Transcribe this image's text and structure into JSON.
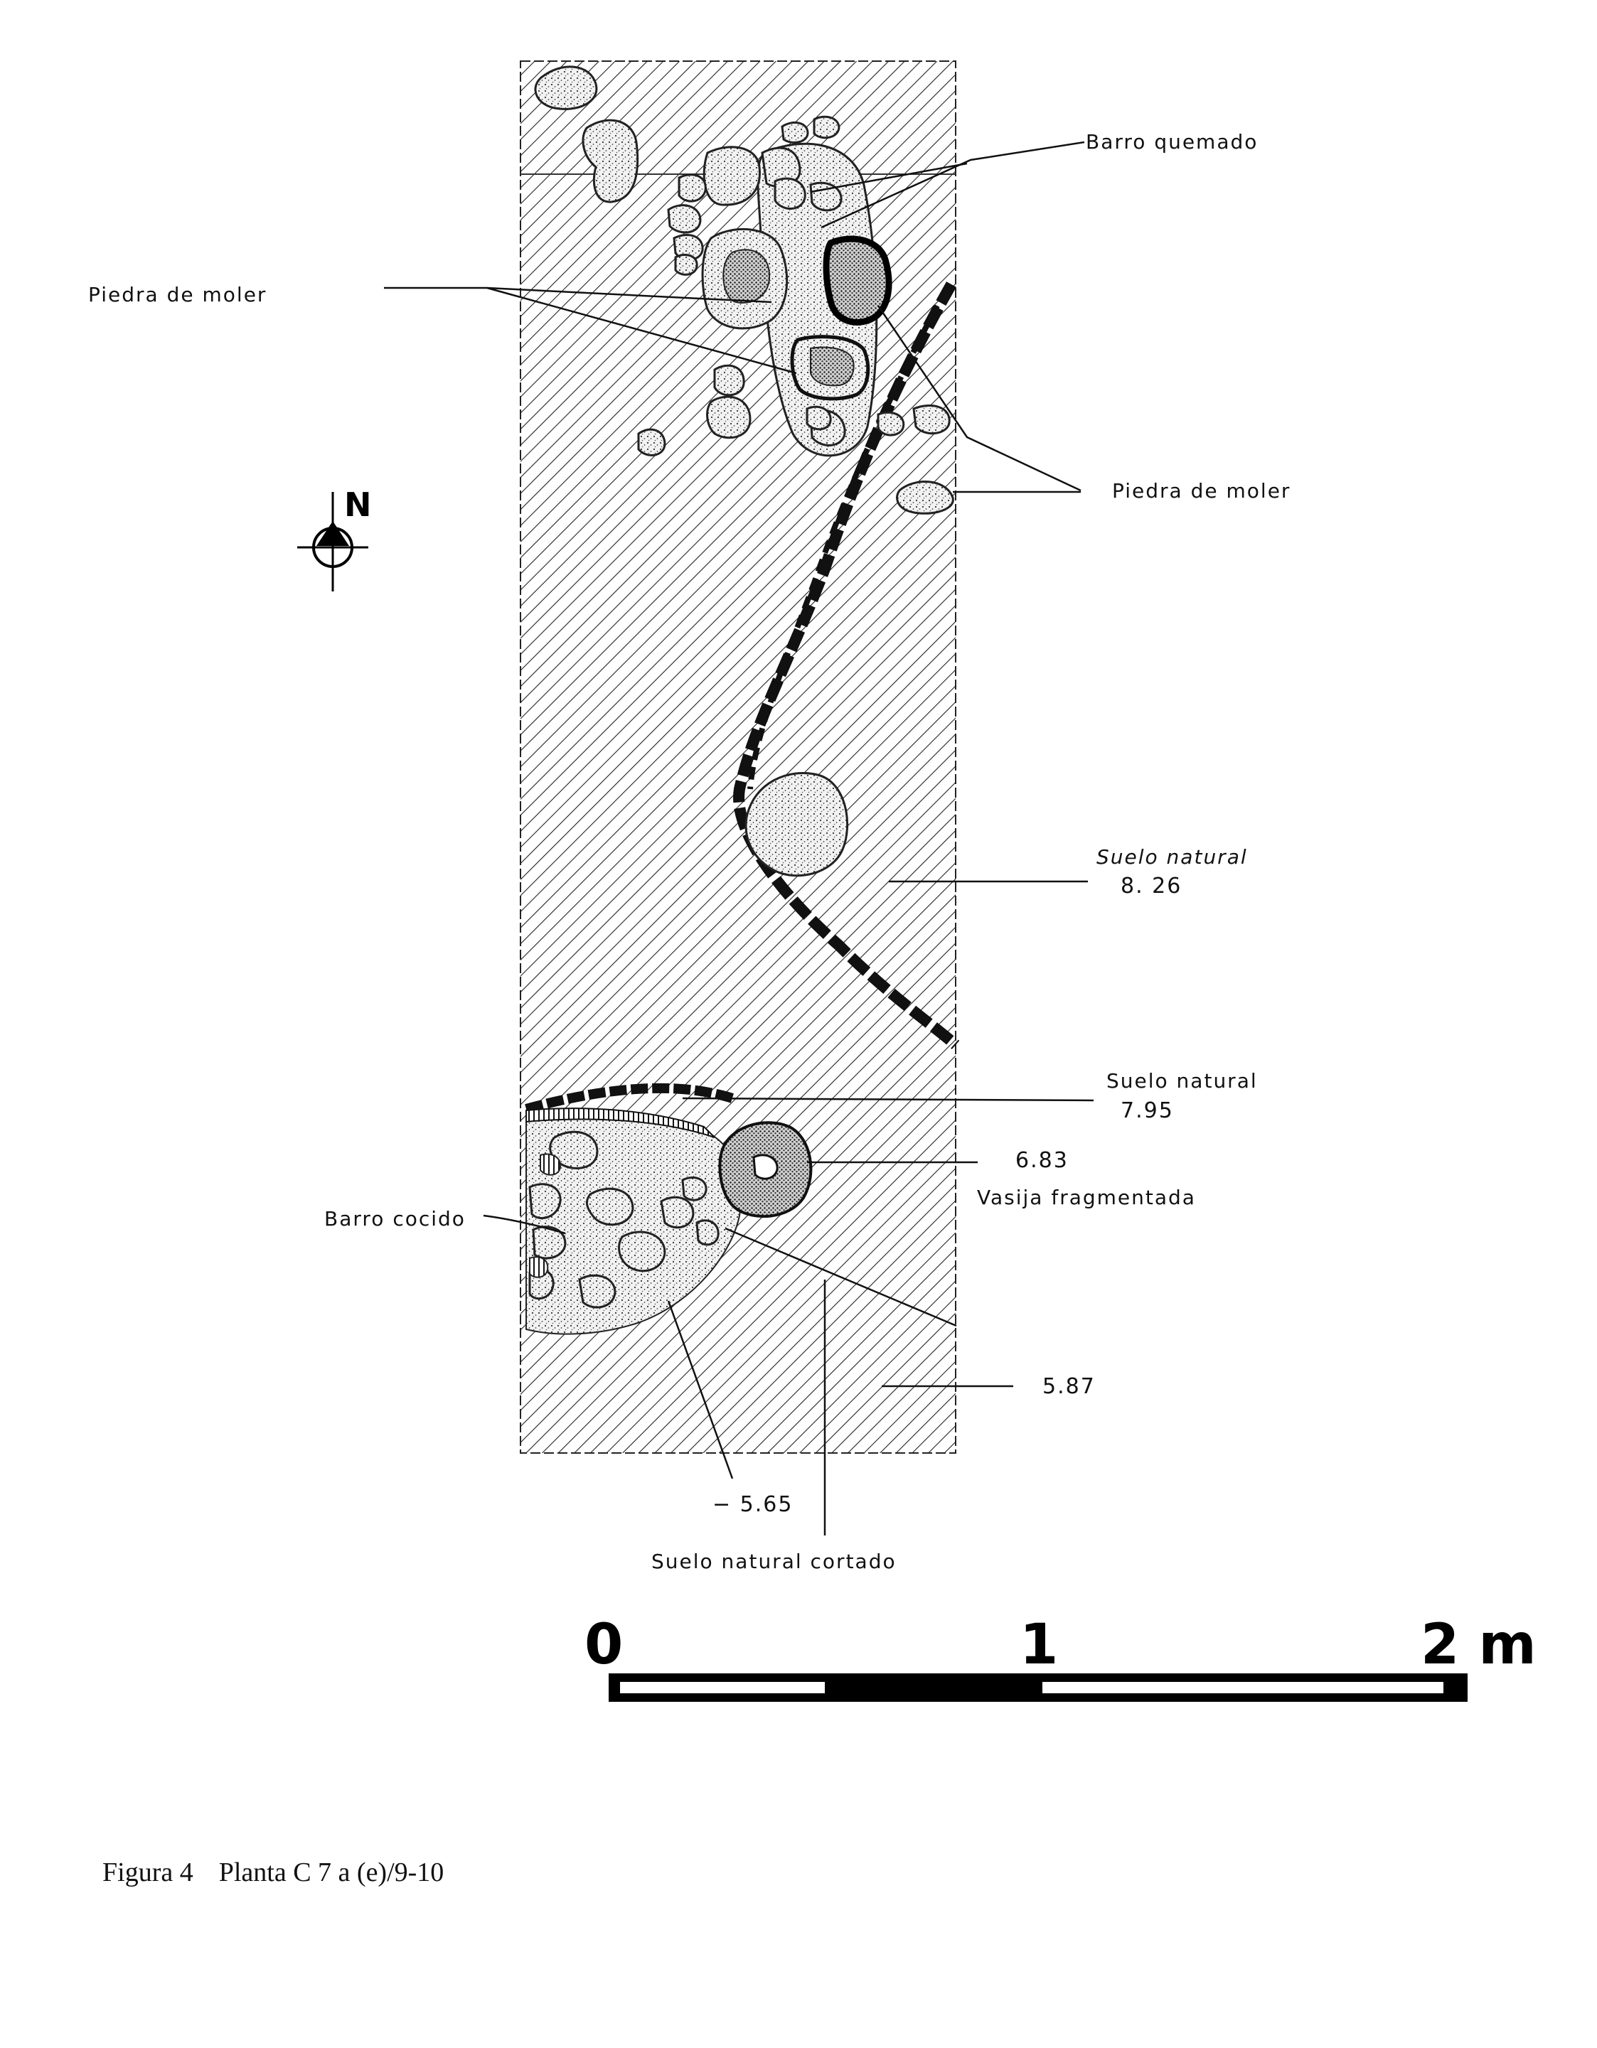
{
  "labels": {
    "barro_quemado": "Barro quemado",
    "piedra_de_moler_left": "Piedra de moler",
    "piedra_de_moler_right": "Piedra de moler",
    "suelo_natural_1": "Suelo natural",
    "elev_826": "8. 26",
    "suelo_natural_2": "Suelo natural",
    "elev_795": "7.95",
    "elev_683": "6.83",
    "vasija": "Vasija fragmentada",
    "barro_cocido": "Barro cocido",
    "elev_587": "5.87",
    "elev_565": "− 5.65",
    "suelo_cortado": "Suelo natural cortado"
  },
  "north": {
    "letter": "N",
    "icon": "north-arrow-icon"
  },
  "scale": {
    "ticks": [
      "0",
      "1",
      "2 m"
    ]
  },
  "caption": {
    "figure": "Figura 4",
    "title": "Planta C 7 a (e)/9-10"
  }
}
